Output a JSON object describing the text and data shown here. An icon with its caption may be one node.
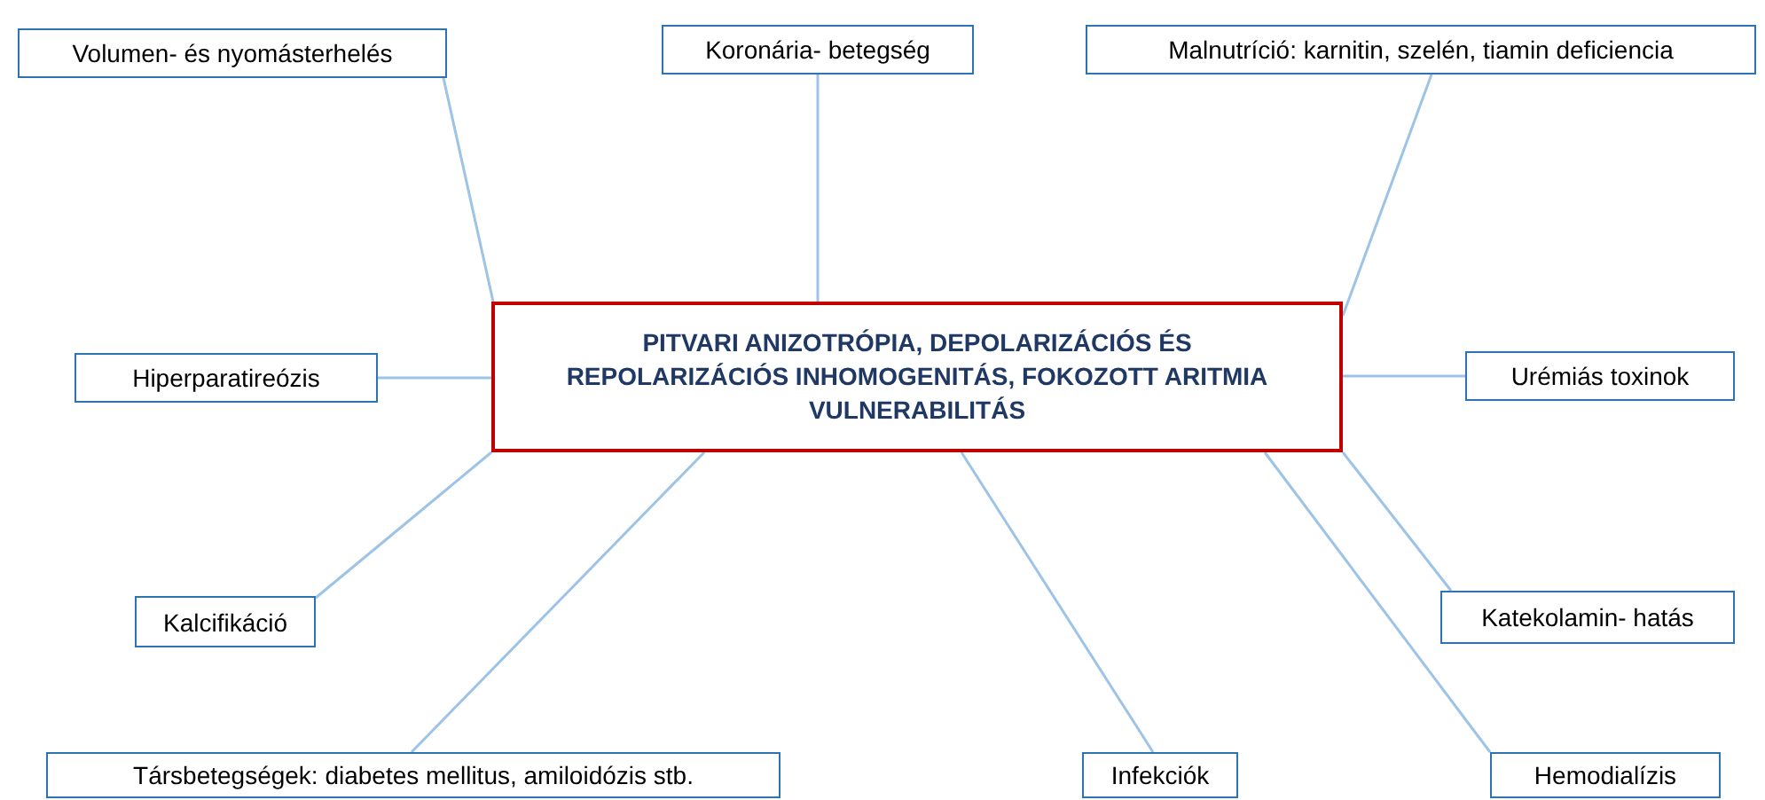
{
  "diagram": {
    "nodes": [
      {
        "text": [
          "PITVARI ANIZOTRÓPIA, DEPOLARIZÁCIÓS ÉS REPOLARIZÁCIÓS INHOMOGENITÁS, FOKOZOTT ARITMIA VULNERABILITÁS"
        ]
      },
      {
        "text": [
          "Volumen- és nyomásterhelés"
        ]
      },
      {
        "text": [
          "Koronária- betegség"
        ]
      },
      {
        "text": [
          "Malnutríció: karnitin, szelén, tiamin deficiencia"
        ]
      },
      {
        "text": [
          "Hiperparatireózis"
        ]
      },
      {
        "text": [
          "Urémiás toxinok"
        ]
      },
      {
        "text": [
          "Kalcifikáció"
        ]
      },
      {
        "text": [
          "Katekolamin- hatás"
        ]
      },
      {
        "text": [
          "Társbetegségek: diabetes mellitus, amiloidózis stb."
        ]
      },
      {
        "text": [
          "Infekciók"
        ]
      },
      {
        "text": [
          "Hemodialízis"
        ]
      }
    ],
    "edges": [
      {
        "from": 1,
        "to": 0,
        "arrow": "none"
      },
      {
        "from": 2,
        "to": 0,
        "arrow": "none"
      },
      {
        "from": 3,
        "to": 0,
        "arrow": "none"
      },
      {
        "from": 4,
        "to": 0,
        "arrow": "none"
      },
      {
        "from": 5,
        "to": 0,
        "arrow": "none"
      },
      {
        "from": 6,
        "to": 0,
        "arrow": "none"
      },
      {
        "from": 7,
        "to": 0,
        "arrow": "none"
      },
      {
        "from": 8,
        "to": 0,
        "arrow": "none"
      },
      {
        "from": 9,
        "to": 0,
        "arrow": "none"
      },
      {
        "from": 10,
        "to": 0,
        "arrow": "none"
      }
    ]
  }
}
